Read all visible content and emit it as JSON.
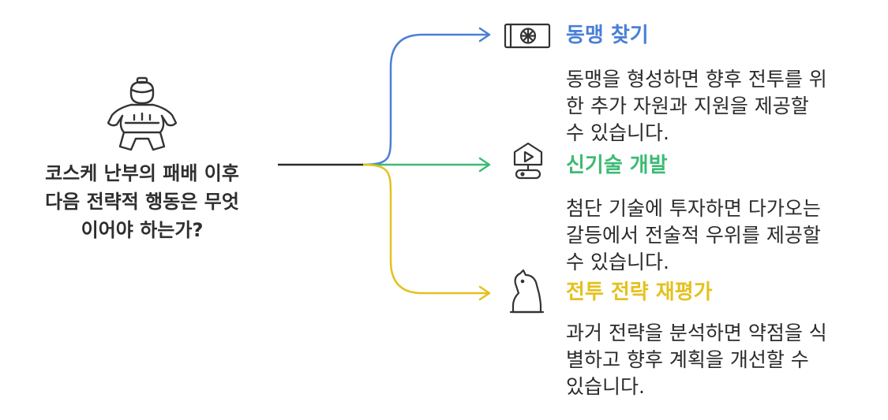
{
  "question": {
    "lines": [
      "코스케 난부의 패배 이후",
      "다음 전략적 행동은 무엇",
      "이어야 하는가?"
    ]
  },
  "branches": [
    {
      "title": "동맹 찾기",
      "color": "#4a7fd6",
      "icon": "safe-vault-icon",
      "desc_lines": [
        "동맹을 형성하면 향후 전투를 위",
        "한 추가 자원과 지원을 제공할",
        "수 있습니다."
      ]
    },
    {
      "title": "신기술 개발",
      "color": "#3dbb74",
      "icon": "tech-robot-icon",
      "desc_lines": [
        "첨단 기술에 투자하면 다가오는",
        "갈등에서 전술적 우위를 제공할",
        "수 있습니다."
      ]
    },
    {
      "title": "전투 전략 재평가",
      "color": "#e4c11f",
      "icon": "chess-knight-icon",
      "desc_lines": [
        "과거 전략을 분석하면 약점을 식",
        "별하고 향후 계획을 개선할 수",
        "있습니다."
      ]
    }
  ],
  "colors": {
    "stem": "#2b2b2b",
    "icon_stroke": "#333333"
  }
}
